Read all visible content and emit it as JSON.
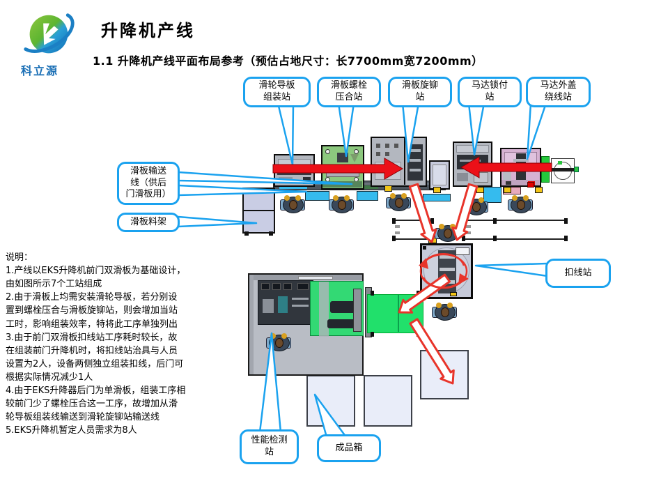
{
  "header": {
    "logo_text": "科立源",
    "title": "升降机产线",
    "subtitle": "1.1 升降机产线平面布局参考（预估占地尺寸：长7700mm宽7200mm）"
  },
  "callouts": {
    "pulley_guide": "滑轮导板\n组装站",
    "bolt_press": "滑板螺栓\n压合站",
    "spin_rivet": "滑板旋铆\n站",
    "motor_lock": "马达锁付\n站",
    "motor_cover": "马达外盖\n绕线站",
    "slide_conveyor": "滑板输送\n线（供后\n门滑板用）",
    "slide_rack": "滑板料架",
    "wire_buckle": "扣线站",
    "perf_test": "性能检测\n站",
    "product_box": "成品箱"
  },
  "notes": {
    "text": "说明：\n1.产线以EKS升降机前门双滑板为基础设计，\n由如图所示7个工站组成\n2.由于滑板上均需安装滑轮导板，若分别设\n置到螺栓压合与滑板旋铆站，则会增加当站\n工时，影响组装效率，特将此工序单独列出\n3.由于前门双滑板扣线站工序耗时较长，故\n在组装前门升降机时，将扣线站治具与人员\n设置为2人，设备两侧独立组装扣线，后门可\n根据实际情况减少1人\n4.由于EKS升降器后门为单滑板，组装工序相\n较前门少了螺栓压合这一工序，故增加从滑\n轮导板组装线输送到滑轮旋铆站输送线\n5.EKS升降机暂定人员需求为8人"
  },
  "colors": {
    "callout_border": "#1aa2ef",
    "arrow_red": "#ec1018",
    "hollow_arrow_red": "#e8342a",
    "green_machine": "#8cc87e",
    "pink_machine": "#d6b2d2",
    "conveyor_green": "#21e06b",
    "machine_gray": "#b3b7bf",
    "logo_blue": "#1a6fb5"
  }
}
